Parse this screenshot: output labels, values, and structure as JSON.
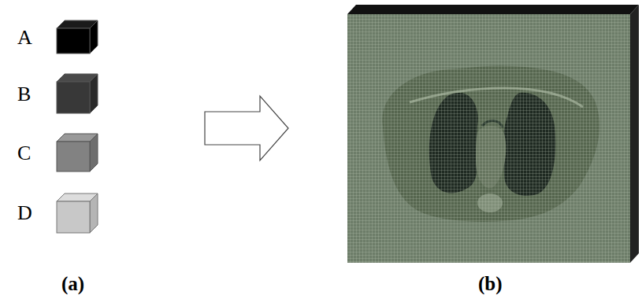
{
  "diagram": {
    "labels": [
      "A",
      "B",
      "C",
      "D",
      "(a)",
      "(b)"
    ]
  }
}
